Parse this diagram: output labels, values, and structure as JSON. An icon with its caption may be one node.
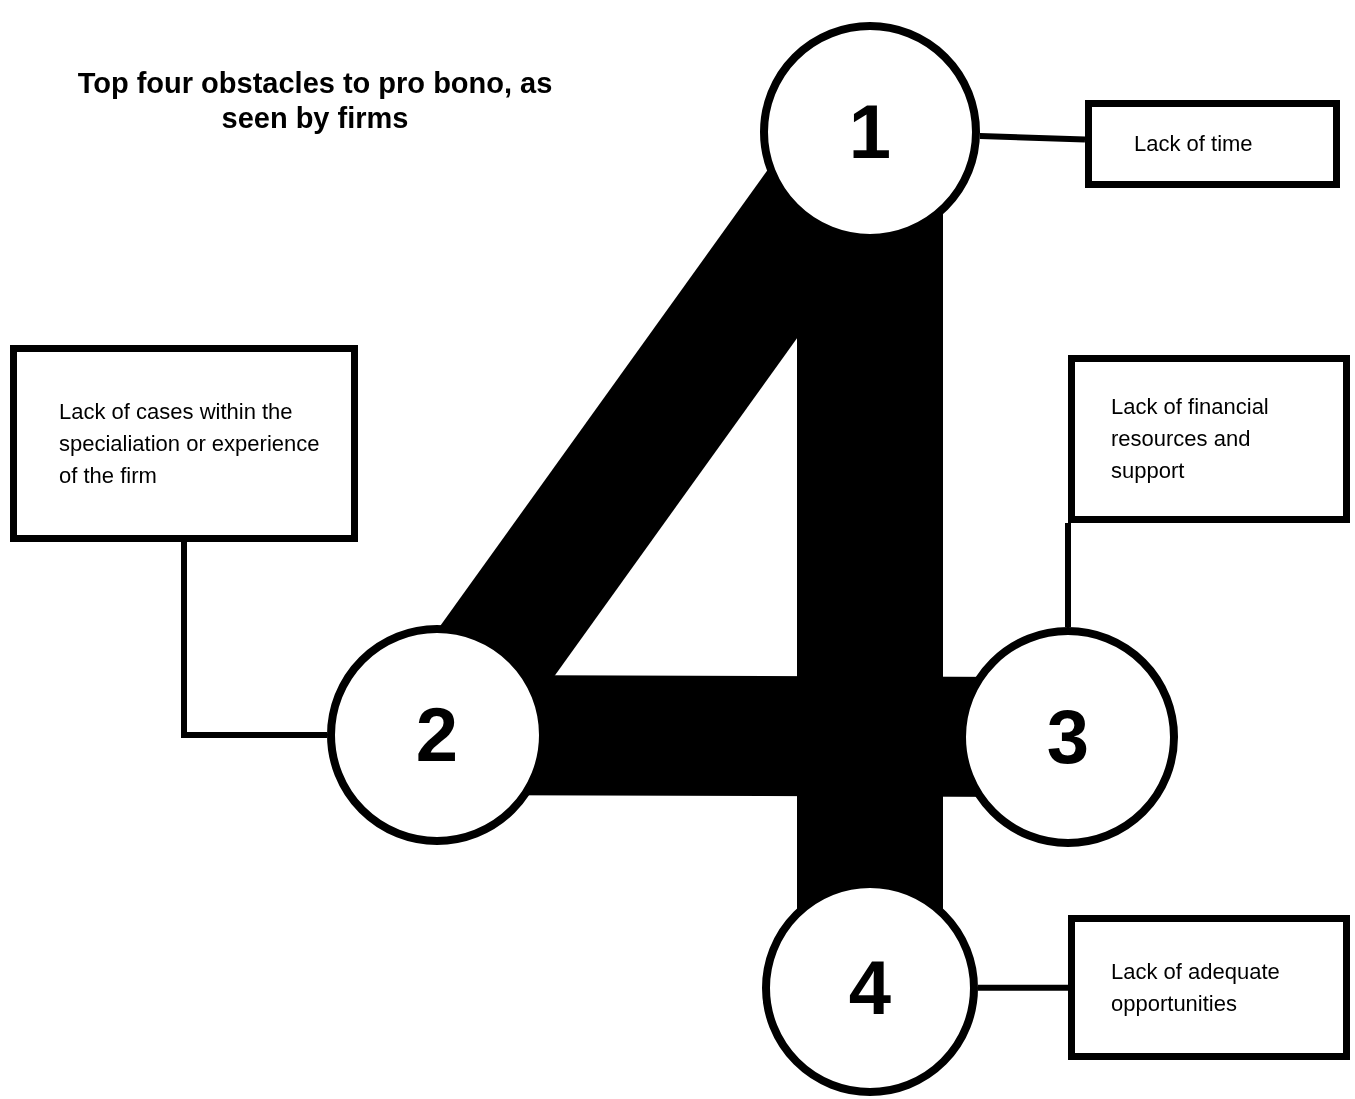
{
  "diagram": {
    "title": "Top four obstacles to pro bono, as seen by firms",
    "nodes": [
      {
        "text": [
          "1"
        ]
      },
      {
        "text": [
          "Lack of time"
        ]
      },
      {
        "text": [
          "Lack of cases within the specialiation or experience of the firm"
        ]
      },
      {
        "text": [
          "Lack of financial resources and support"
        ]
      },
      {
        "text": [
          "2"
        ]
      },
      {
        "text": [
          "3"
        ]
      },
      {
        "text": [
          "4"
        ]
      },
      {
        "text": [
          "Lack of adequate opportunities"
        ]
      }
    ],
    "edges": [
      {
        "from": 0,
        "to": 1,
        "arrow": "none"
      },
      {
        "from": 2,
        "to": 4,
        "arrow": "none"
      },
      {
        "from": 3,
        "to": 5,
        "arrow": "none"
      },
      {
        "from": 6,
        "to": 7,
        "arrow": "none"
      },
      {
        "from": 0,
        "to": 4,
        "arrow": "none",
        "style": "thick"
      },
      {
        "from": 4,
        "to": 5,
        "arrow": "none",
        "style": "thick"
      },
      {
        "from": 0,
        "to": 6,
        "arrow": "none",
        "style": "thick"
      }
    ]
  }
}
